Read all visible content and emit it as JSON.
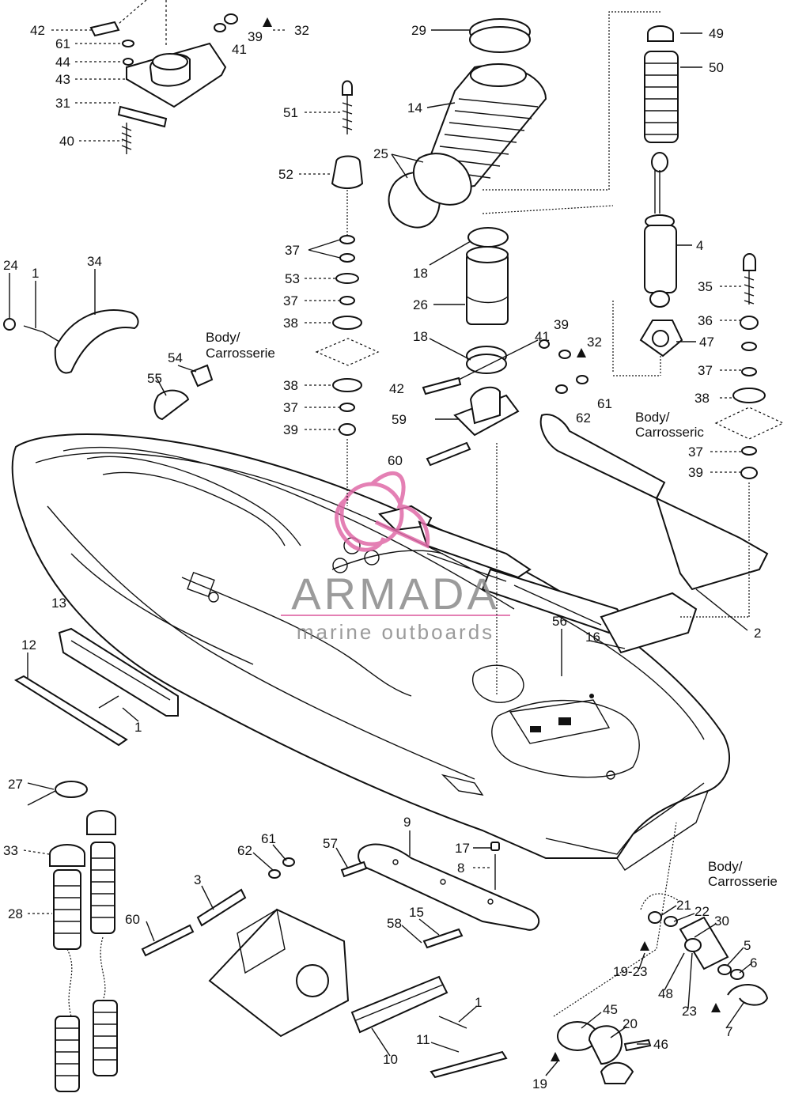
{
  "diagram": {
    "callouts": {
      "c1": "1",
      "c2": "2",
      "c3": "3",
      "c4": "4",
      "c5": "5",
      "c6": "6",
      "c7": "7",
      "c8": "8",
      "c9": "9",
      "c10": "10",
      "c11": "11",
      "c12": "12",
      "c13": "13",
      "c14": "14",
      "c15": "15",
      "c16": "16",
      "c17": "17",
      "c18": "18",
      "c19": "19",
      "c20": "20",
      "c21": "21",
      "c22": "22",
      "c23": "23",
      "c24": "24",
      "c25": "25",
      "c26": "26",
      "c27": "27",
      "c28": "28",
      "c29": "29",
      "c30": "30",
      "c31": "31",
      "c32": "32",
      "c33": "33",
      "c34": "34",
      "c35": "35",
      "c36": "36",
      "c37": "37",
      "c38": "38",
      "c39": "39",
      "c40": "40",
      "c41": "41",
      "c42": "42",
      "c43": "43",
      "c44": "44",
      "c45": "45",
      "c46": "46",
      "c47": "47",
      "c48": "48",
      "c49": "49",
      "c50": "50",
      "c51": "51",
      "c52": "52",
      "c53": "53",
      "c54": "54",
      "c55": "55",
      "c56": "56",
      "c57": "57",
      "c58": "58",
      "c59": "59",
      "c60": "60",
      "c61": "61",
      "c62": "62",
      "c19_23": "19-23"
    },
    "body_label_en": "Body/",
    "body_label_fr_a": "Carrosserie",
    "body_label_fr_b": "Carrosseric"
  },
  "watermark": {
    "brand": "ARMADA",
    "tagline": "marine outboards",
    "logo_color": "#e06aa8",
    "text_color": "#8a8a8a"
  }
}
